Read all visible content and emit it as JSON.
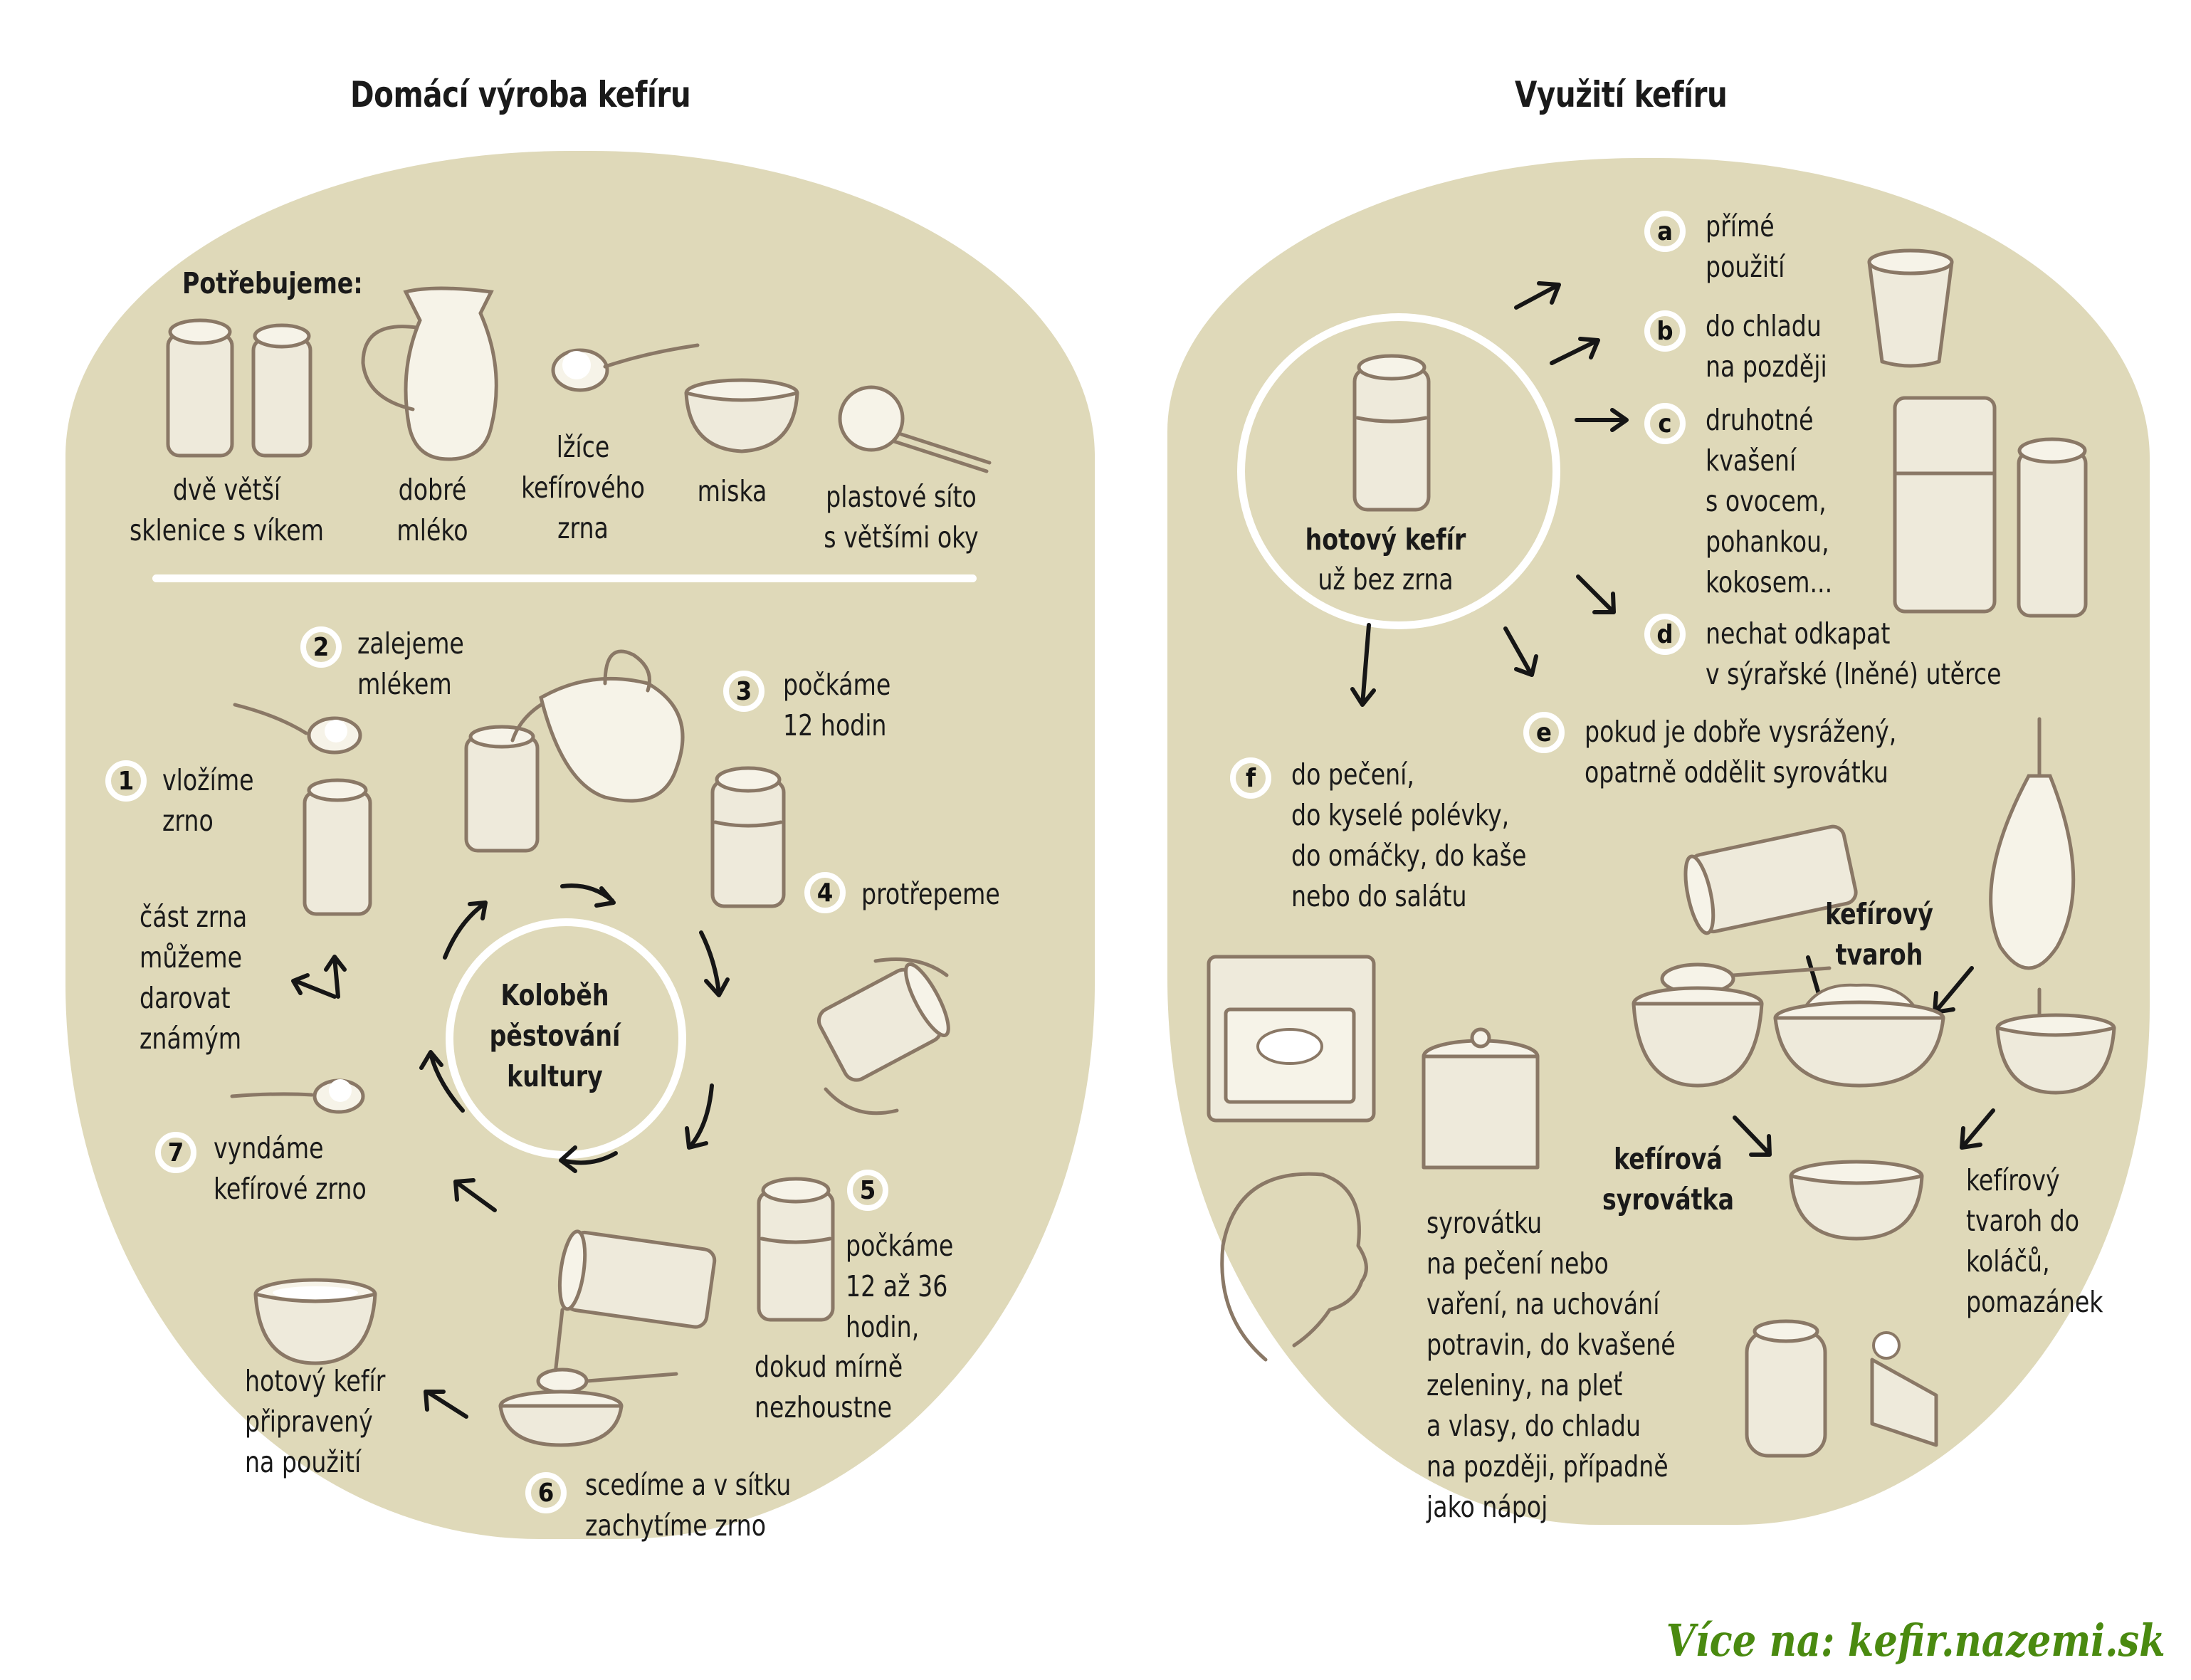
{
  "left_panel": {
    "title": "Domácí výroba kefíru",
    "needs_label": "Potřebujeme:",
    "needs": [
      {
        "label": "dvě větší\nsklenice s víkem",
        "icon": "two-jars-icon"
      },
      {
        "label": "dobré\nmléko",
        "icon": "milk-jug-icon"
      },
      {
        "label": "lžíce\nkefírového\nzrna",
        "icon": "spoon-grains-icon"
      },
      {
        "label": "miska",
        "icon": "bowl-icon"
      },
      {
        "label": "plastové síto\ns většími oky",
        "icon": "sieve-icon"
      }
    ],
    "cycle_center": "Koloběh\npěstování\nkultury",
    "steps": [
      {
        "num": "1",
        "text": "vložíme\nzrno"
      },
      {
        "num": "2",
        "text": "zalejeme\nmlékem"
      },
      {
        "num": "3",
        "text": "počkáme\n12 hodin"
      },
      {
        "num": "4",
        "text": "protřepeme"
      },
      {
        "num": "5",
        "text": "počkáme\n12 až 36\nhodin,"
      },
      {
        "num": "6",
        "text": "scedíme a v sítku\nzachytíme zrno"
      },
      {
        "num": "7",
        "text": "vyndáme\nkefírové zrno"
      }
    ],
    "step5_extra": "dokud mírně\nnezhoustne",
    "share_note": "část zrna\nmůžeme\ndarovat\nznámým",
    "ready_note": "hotový kefír\npřipravený\nna použití"
  },
  "right_panel": {
    "title": "Využití kefíru",
    "center_bold": "hotový kefír",
    "center_sub": "už bez zrna",
    "uses": [
      {
        "letter": "a",
        "text": "přímé\npoužití"
      },
      {
        "letter": "b",
        "text": "do chladu\nna později"
      },
      {
        "letter": "c",
        "text": "druhotné\nkvašení\ns ovocem,\npohankou,\nkokosem..."
      },
      {
        "letter": "d",
        "text": "nechat odkapat\nv sýrařské (lněné) utěrce"
      },
      {
        "letter": "e",
        "text": "pokud je dobře vysrážený,\nopatrně oddělit syrovátku"
      },
      {
        "letter": "f",
        "text": "do pečení,\ndo kyselé polévky,\ndo omáčky, do kaše\nnebo do salátu"
      }
    ],
    "tvaroh_label": "kefírový\ntvaroh",
    "syrovatka_label": "kefírová\nsyrovátka",
    "syrovatka_text": "syrovátku\nna pečení nebo\nvaření, na uchování\npotravin, do kvašené\nzeleniny, na pleť\na vlasy, do chladu\nna později, případně\njako nápoj",
    "tvaroh_text": "kefírový\ntvaroh do\nkoláčů,\npomazánek"
  },
  "footer": {
    "link_text": "Více na: kefir.nazemi.sk",
    "color": "#4a8a10"
  },
  "colors": {
    "background_blob": "#dfd9b9",
    "badge_ring": "#ffffff",
    "sketch_line": "#8a7866"
  }
}
